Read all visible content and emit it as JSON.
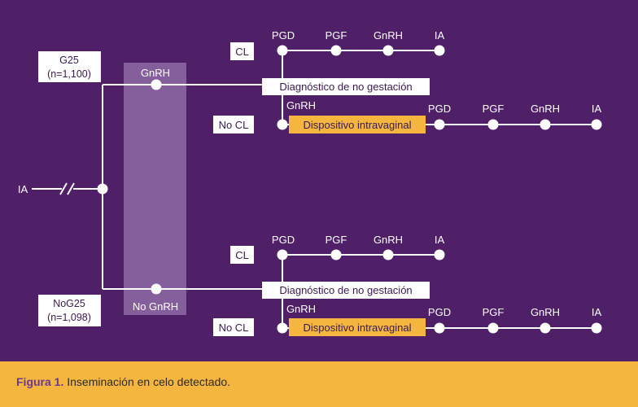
{
  "colors": {
    "background": "#4f1f68",
    "line": "#ffffff",
    "box_fill": "#ffffff",
    "box_text": "#3a1a4e",
    "device_fill": "#f4b63e",
    "overlay": "#8d6ba6",
    "caption_bar": "#f4b63e",
    "caption_label": "#6a3a8e"
  },
  "start_label": "IA",
  "groups": [
    {
      "name": "G25",
      "count": "(n=1,100)",
      "treatment": "GnRH",
      "cl": {
        "label": "CL",
        "events": [
          "PGD",
          "PGF",
          "GnRH",
          "IA"
        ]
      },
      "diagnosis": "Diagnóstico de no gestación",
      "nocl": {
        "label": "No CL",
        "gnrh": "GnRH",
        "device": "Dispositivo intravaginal",
        "events": [
          "PGD",
          "PGF",
          "GnRH",
          "IA"
        ]
      }
    },
    {
      "name": "NoG25",
      "count": "(n=1,098)",
      "treatment": "No GnRH",
      "cl": {
        "label": "CL",
        "events": [
          "PGD",
          "PGF",
          "GnRH",
          "IA"
        ]
      },
      "diagnosis": "Diagnóstico de no gestación",
      "nocl": {
        "label": "No CL",
        "gnrh": "GnRH",
        "device": "Dispositivo intravaginal",
        "events": [
          "PGD",
          "PGF",
          "GnRH",
          "IA"
        ]
      }
    }
  ],
  "caption": {
    "label": "Figura 1.",
    "text": "Inseminación en celo detectado."
  }
}
